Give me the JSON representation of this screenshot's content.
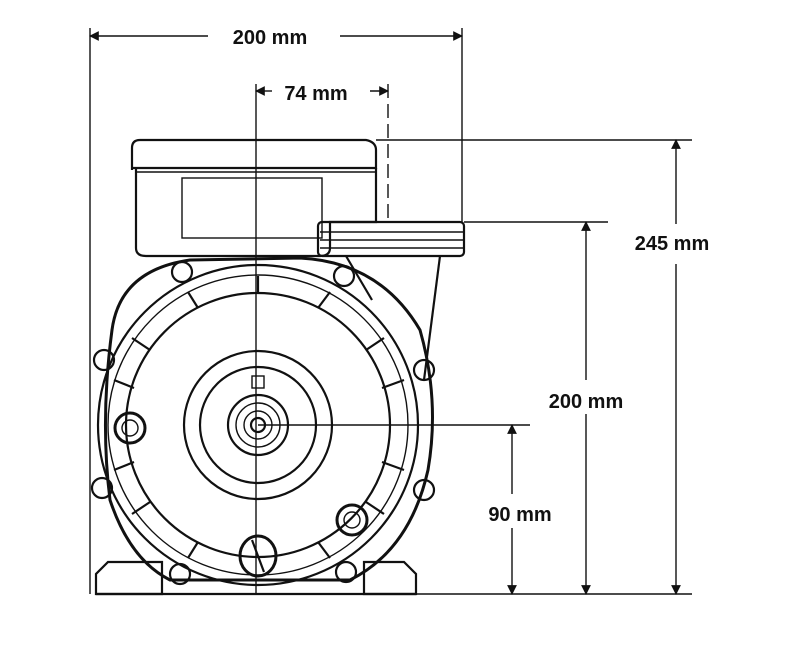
{
  "dimensions": {
    "overall_width": "200 mm",
    "offset_width": "74 mm",
    "total_height": "245 mm",
    "outlet_height": "200 mm",
    "shaft_height": "90 mm"
  }
}
